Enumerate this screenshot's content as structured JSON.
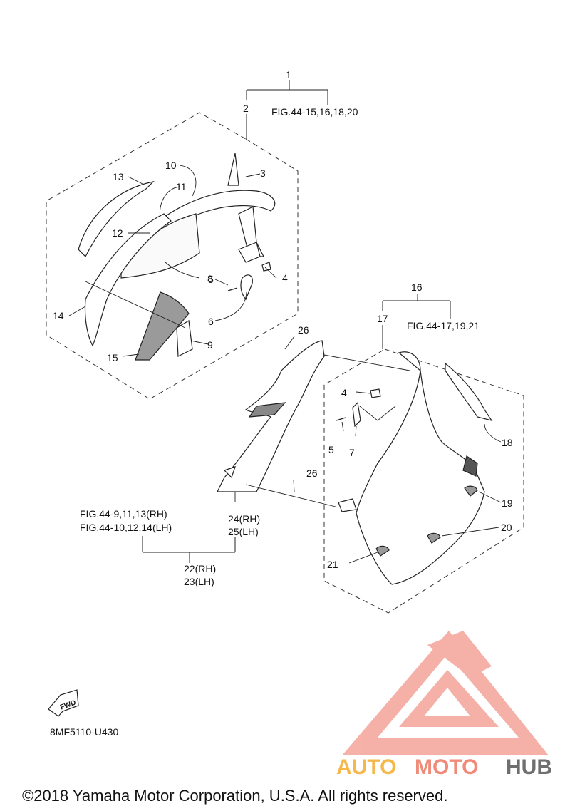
{
  "diagram": {
    "callouts": [
      "1",
      "2",
      "3",
      "4",
      "5",
      "6",
      "7",
      "8",
      "9",
      "10",
      "11",
      "12",
      "13",
      "14",
      "15",
      "16",
      "17",
      "18",
      "19",
      "20",
      "21",
      "26",
      "26"
    ],
    "fig_refs": {
      "upper": "FIG.44-15,16,18,20",
      "lower_right": "FIG.44-17,19,21",
      "rh": "FIG.44-9,11,13(RH)",
      "lh": "FIG.44-10,12,14(LH)"
    },
    "labels": {
      "l24": "24(RH)",
      "l25": "25(LH)",
      "l22": "22(RH)",
      "l23": "23(LH)",
      "l4b": "4",
      "l5b": "5",
      "l7": "7"
    },
    "fwd_label": "FWD",
    "part_code": "8MF5110-U430",
    "copyright": "©2018 Yamaha Motor Corporation, U.S.A. All rights reserved."
  },
  "watermark": {
    "auto": "AUTO",
    "moto": "MOTO",
    "hub": "HUB",
    "colors": {
      "auto": "#f5b84a",
      "moto": "#f08b7a",
      "hub": "#6f6f6f",
      "logo": "#f29a92"
    }
  }
}
